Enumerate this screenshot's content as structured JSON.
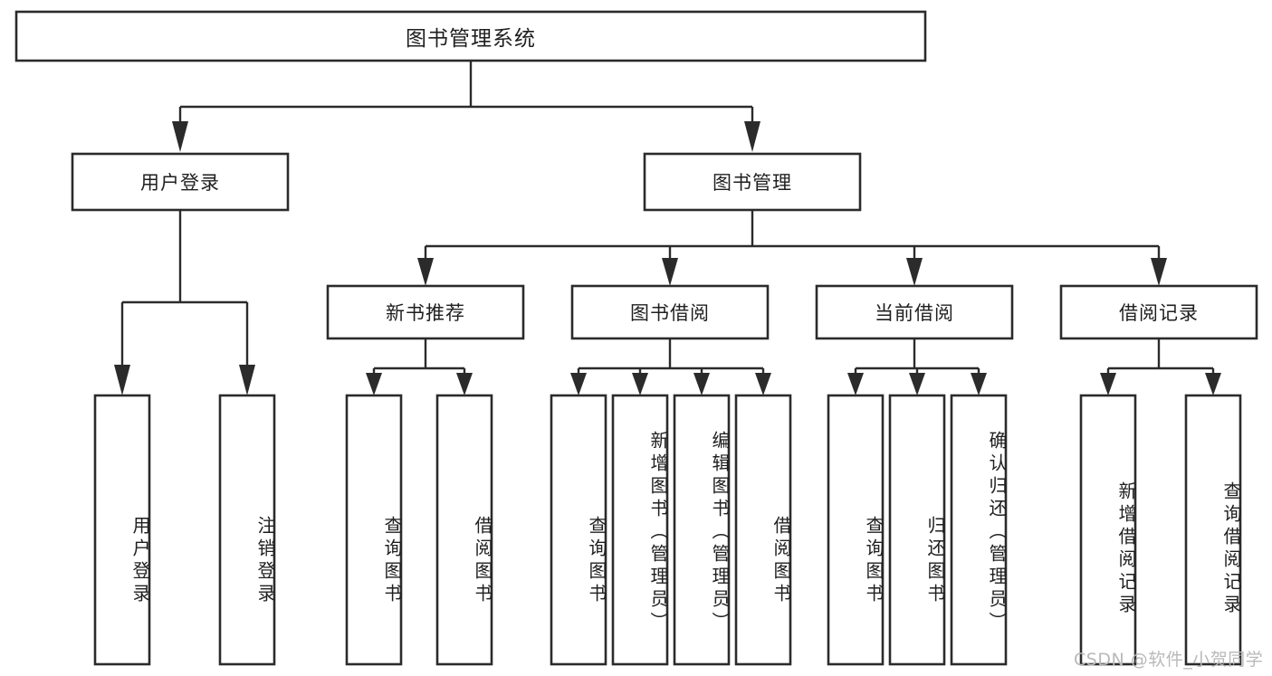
{
  "diagram": {
    "title_node": {
      "label": "图书管理系统"
    },
    "level2": [
      {
        "id": "user-login",
        "label": "用户登录"
      },
      {
        "id": "book-management",
        "label": "图书管理"
      }
    ],
    "level3": [
      {
        "id": "new-book-recommend",
        "label": "新书推荐"
      },
      {
        "id": "book-borrow",
        "label": "图书借阅"
      },
      {
        "id": "current-borrow",
        "label": "当前借阅"
      },
      {
        "id": "borrow-record",
        "label": "借阅记录"
      }
    ],
    "leaves": {
      "user_login": [
        {
          "id": "leaf-user-login",
          "label": "用户登录"
        },
        {
          "id": "leaf-logout-login",
          "label": "注销登录"
        }
      ],
      "new_book_recommend": [
        {
          "id": "leaf-query-book-1",
          "label": "查询图书"
        },
        {
          "id": "leaf-borrow-book-1",
          "label": "借阅图书"
        }
      ],
      "book_borrow": [
        {
          "id": "leaf-query-book-2",
          "label": "查询图书"
        },
        {
          "id": "leaf-add-book",
          "label": "新增图书（管理员）"
        },
        {
          "id": "leaf-edit-book",
          "label": "编辑图书（管理员）"
        },
        {
          "id": "leaf-borrow-book-2",
          "label": "借阅图书"
        }
      ],
      "current_borrow": [
        {
          "id": "leaf-query-book-3",
          "label": "查询图书"
        },
        {
          "id": "leaf-return-book",
          "label": "归还图书"
        },
        {
          "id": "leaf-confirm-return",
          "label": "确认归还（管理员）"
        }
      ],
      "borrow_record": [
        {
          "id": "leaf-add-record",
          "label": "新增借阅记录"
        },
        {
          "id": "leaf-query-record",
          "label": "查询借阅记录"
        }
      ]
    }
  },
  "watermark": {
    "text": "CSDN @软件_小贺同学"
  },
  "colors": {
    "stroke": "#2b2b2b",
    "box_fill": "#ffffff",
    "text": "#1f1f1f",
    "watermark": "#b9b9b9",
    "background": "#ffffff"
  }
}
